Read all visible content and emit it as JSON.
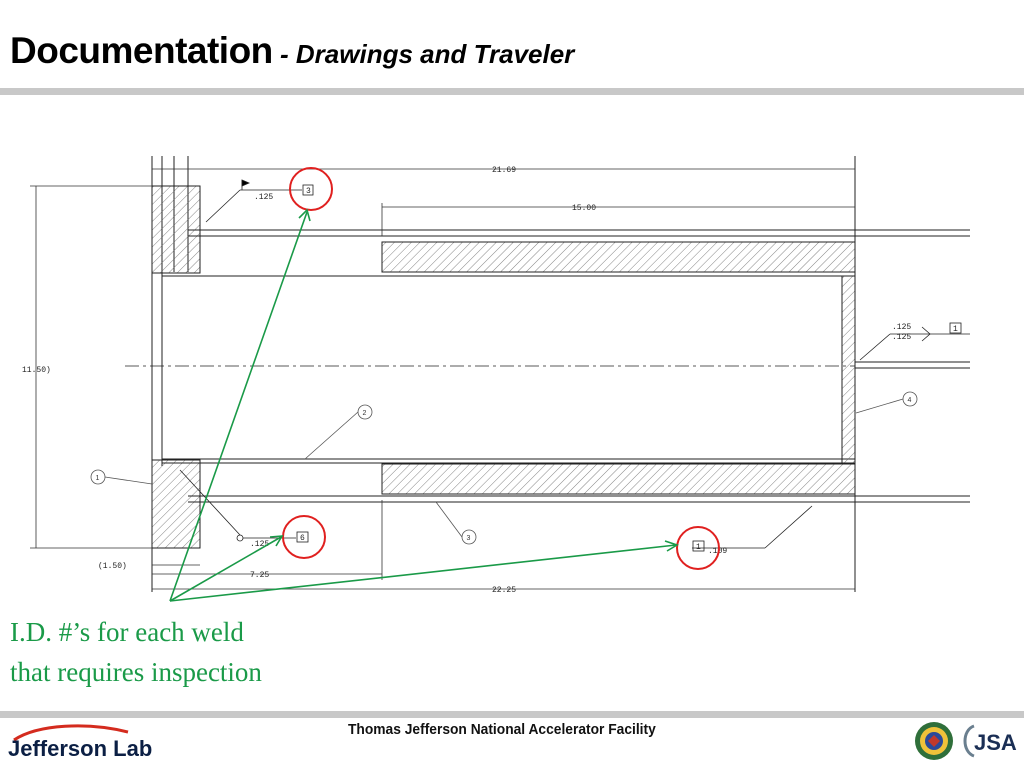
{
  "slide": {
    "title_main": "Documentation",
    "title_separator": " - ",
    "title_sub": "Drawings and Traveler",
    "annotation_line1": "I.D. #’s for each weld",
    "annotation_line2": "that requires inspection"
  },
  "drawing": {
    "dim_overall_top": "21.69",
    "dim_upper": "15.00",
    "dim_height": "11.50)",
    "dim_small": "(1.50)",
    "dim_lower_short": "7.25",
    "dim_overall_bottom": "22.25",
    "weld_size_top": ".125",
    "weld_size_right_a": ".125",
    "weld_size_right_b": ".125",
    "weld_size_bottom": ".125",
    "weld_size_bottom_right": ".109",
    "weld_id_top": "3",
    "weld_id_bottom": "6",
    "weld_id_right": "1",
    "weld_id_bottom_right": "1",
    "balloon_1": "1",
    "balloon_2": "2",
    "balloon_3": "3",
    "balloon_4": "4"
  },
  "footer": {
    "logo_text": "Jefferson Lab",
    "organization": "Thomas Jefferson National Accelerator Facility",
    "jsa_text": "JSA"
  },
  "colors": {
    "annotation": "#1a9a48",
    "highlight_circle": "#e0201f",
    "logo_red": "#d42b1e"
  }
}
